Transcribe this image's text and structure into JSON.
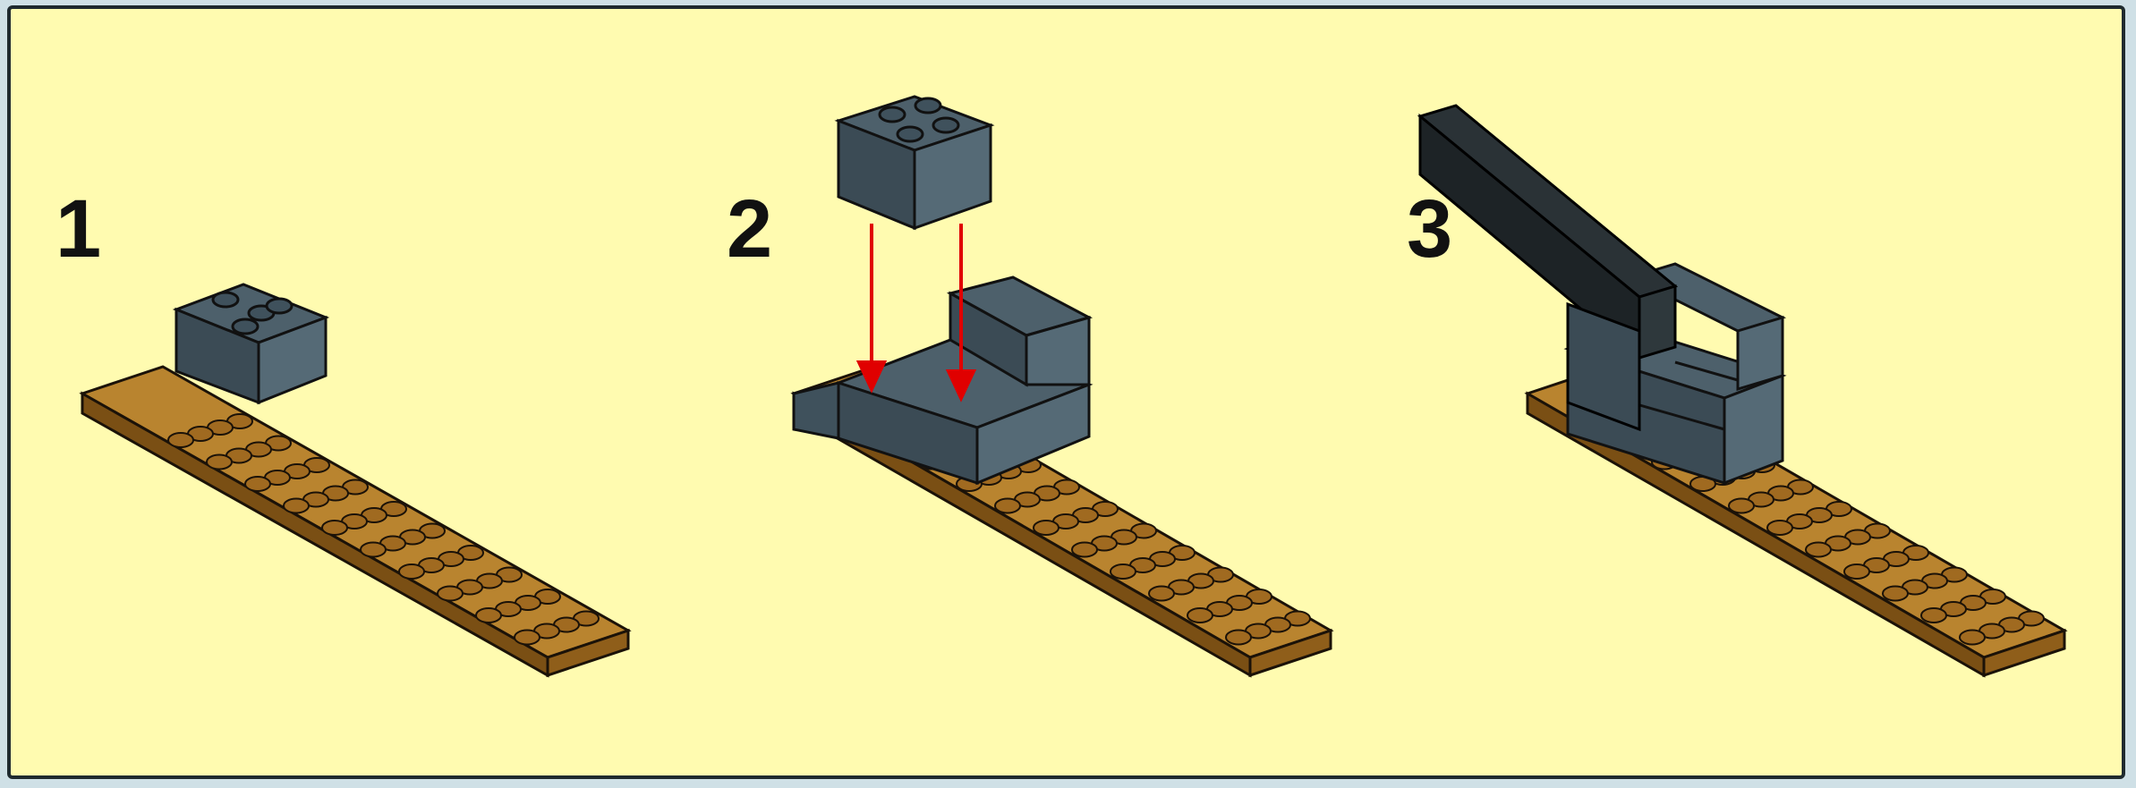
{
  "steps": [
    {
      "number": "1"
    },
    {
      "number": "2"
    },
    {
      "number": "3"
    }
  ],
  "colors": {
    "background": "#fffbb0",
    "border": "#1f2a2e",
    "baseplate": "#b07a2a",
    "brick_grey": "#3f515c",
    "brick_black": "#1d2326",
    "arrow": "#e00000"
  }
}
